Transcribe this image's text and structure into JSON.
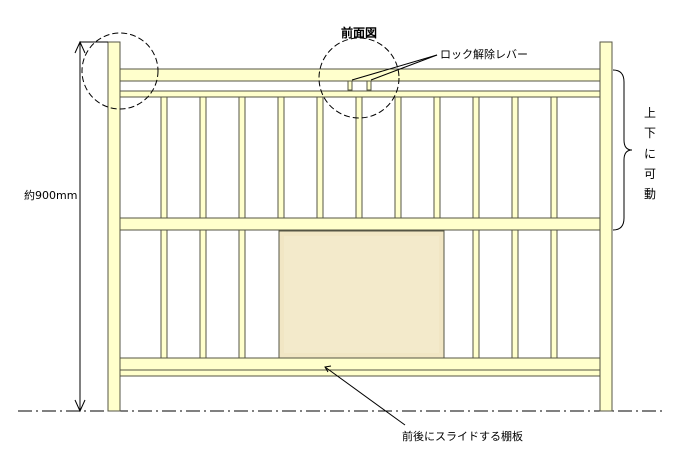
{
  "title": "前面図",
  "labels": {
    "lever": "ロック解除レバー",
    "height": "約900mm",
    "movable": [
      "上",
      "下",
      "に",
      "可",
      "動"
    ],
    "panel": "前後にスライドする棚板"
  },
  "colors": {
    "wood_fill": "#ffffcc",
    "wood_stroke": "#555544",
    "panel_fill": "#f1e6c4",
    "line": "#000000"
  }
}
